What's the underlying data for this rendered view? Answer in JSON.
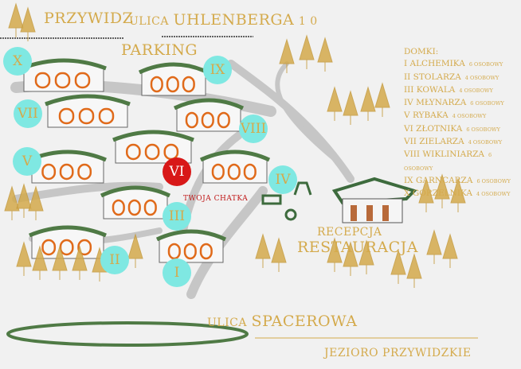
{
  "header": {
    "town": "PRZYWIDZ",
    "street_prefix": "ULICA",
    "street": "UHLENBERGA",
    "number": "1 0"
  },
  "labels": {
    "parking": "PARKING",
    "your_cottage": "TWOJA CHATKA",
    "reception": "RECEPCJA",
    "restaurant": "RESTAURACJA",
    "walk_street_prefix": "ULICA",
    "walk_street": "SPACEROWA",
    "lake": "JEZIORO PRZYWIDZKIE"
  },
  "markers": [
    {
      "numeral": "X",
      "highlight": false
    },
    {
      "numeral": "IX",
      "highlight": false
    },
    {
      "numeral": "VII",
      "highlight": false
    },
    {
      "numeral": "VIII",
      "highlight": false
    },
    {
      "numeral": "V",
      "highlight": false
    },
    {
      "numeral": "VI",
      "highlight": true
    },
    {
      "numeral": "IV",
      "highlight": false
    },
    {
      "numeral": "III",
      "highlight": false
    },
    {
      "numeral": "II",
      "highlight": false
    },
    {
      "numeral": "I",
      "highlight": false
    }
  ],
  "legend": {
    "title": "DOMKI:",
    "items": [
      {
        "num": "I",
        "name": "ALCHEMIKA",
        "capacity": "6 OSOBOWY"
      },
      {
        "num": "II",
        "name": "STOLARZA",
        "capacity": "4 OSOBOWY"
      },
      {
        "num": "III",
        "name": "KOWALA",
        "capacity": "4 OSOBOWY"
      },
      {
        "num": "IV",
        "name": "MŁYNARZA",
        "capacity": "6 OSOBOWY"
      },
      {
        "num": "V",
        "name": "RYBAKA",
        "capacity": "4 OSOBOWY"
      },
      {
        "num": "VI",
        "name": "ZŁOTNIKA",
        "capacity": "6 OSOBOWY"
      },
      {
        "num": "VII",
        "name": "ZIELARZA",
        "capacity": "4 OSOBOWY"
      },
      {
        "num": "VIII",
        "name": "WIKLINIARZA",
        "capacity": "6 OSOBOWY"
      },
      {
        "num": "IX",
        "name": "GARNCARZA",
        "capacity": "6 OSOBOWY"
      },
      {
        "num": "X",
        "name": "GORZELNIKA",
        "capacity": "4 OSOBOWY"
      }
    ]
  },
  "colors": {
    "gold": "#d4aa4c",
    "marker": "#7fe8e2",
    "highlight": "#d81818",
    "roof": "#4f7a45",
    "path": "#c9c9c9"
  }
}
